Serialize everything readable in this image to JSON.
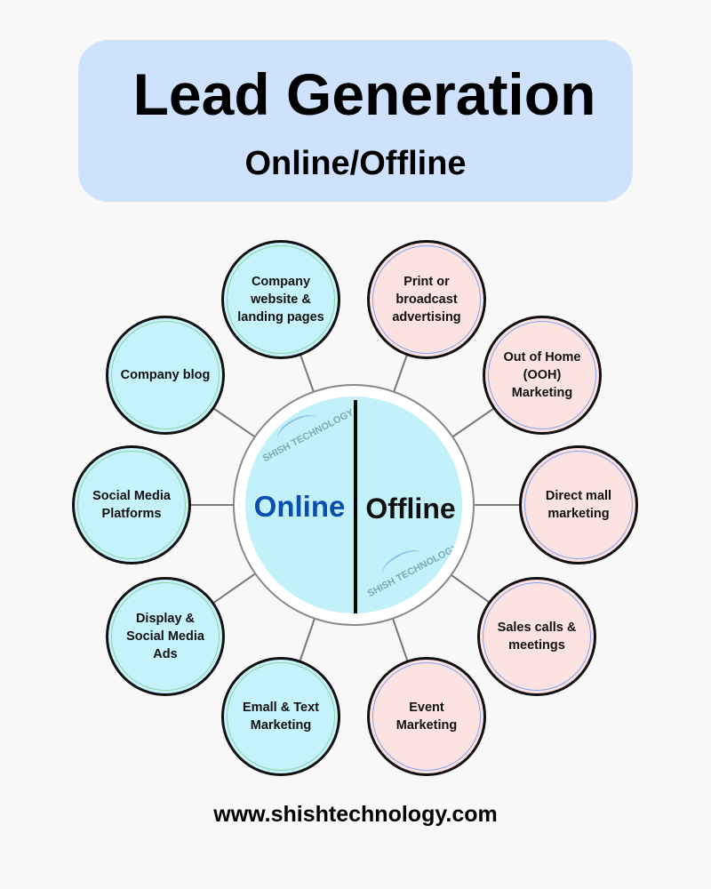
{
  "header": {
    "title": "Lead Generation",
    "subtitle": "Online/Offline"
  },
  "hub": {
    "left_label": "Online",
    "right_label": "Offline",
    "watermark": "SHISH TECHNOLOGY"
  },
  "online_items": [
    "Company website & landing pages",
    "Company blog",
    "Social Media Platforms",
    "Display & Social Media Ads",
    "Emall & Text Marketing"
  ],
  "offline_items": [
    "Print or broadcast advertising",
    "Out of Home (OOH) Marketing",
    "Direct mall marketing",
    "Sales calls & meetings",
    "Event Marketing"
  ],
  "footer": {
    "url": "www.shishtechnology.com"
  },
  "colors": {
    "title_box": "#cfe2fd",
    "online_fill": "#c6f3fb",
    "offline_fill": "#fde2e2",
    "online_text": "#0a4fad"
  }
}
